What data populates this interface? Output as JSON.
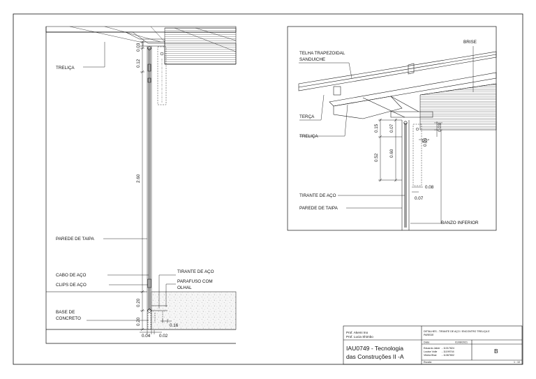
{
  "left_detail": {
    "labels": {
      "trelica": "TRELIÇA",
      "parede_taipa": "PAREDE DE TAIPA",
      "cabo_aco": "CABO DE AÇO",
      "clips_aco": "CLIPS DE AÇO",
      "base_concreto_1": "BASE DE",
      "base_concreto_2": "CONCRETO",
      "tirante_aco": "TIRANTE DE AÇO",
      "parafuso_1": "PARAFUSO COM",
      "parafuso_2": "OLHAL"
    },
    "dimensions": {
      "d003": "0.03",
      "d012": "0.12",
      "d260": "2.60",
      "d020a": "0.20",
      "d020b": "0.20",
      "d016": "0.16",
      "d004": "0.04",
      "d002": "0.02"
    }
  },
  "right_detail": {
    "labels": {
      "brise": "BRISE",
      "telha_1": "TELHA TRAPEZOIDAL",
      "telha_2": "SANDUICHE",
      "terca": "TERÇA",
      "trelica": "TRELIÇA",
      "tirante_aco": "TIRANTE DE AÇO",
      "parede_taipa": "PAREDE DE TAIPA",
      "banzo_inferior": "BANZO INFERIOR"
    },
    "dimensions": {
      "d015": "0.15",
      "d007": "0.07",
      "d052": "0.52",
      "d060": "0.60",
      "d003a": "0.03",
      "d003b": "0.03",
      "d12": "1/2\"",
      "d008": "0.08",
      "d007b": "0.07"
    }
  },
  "title_block": {
    "prof_1": "Prof. Akemi Ino",
    "prof_2": "Prof. Lucia Shimbo",
    "course_1": "IAU0749   - Tecnologia",
    "course_2": "das Construções II   -A",
    "detail_title_1": "DETALHES        - TIRANTE DE AÇO / ENCONTRO TRELIÇA E",
    "detail_title_2": "PAREDE",
    "date_label": "Data:",
    "date_value": "01/08/2021",
    "students": [
      {
        "name": "Eduardo Jaber",
        "id": "- 11317824"
      },
      {
        "name": "Louise Volle",
        "id": "- 11199744"
      },
      {
        "name": "Vitória Bhar",
        "id": "- 11367802"
      }
    ],
    "sheet_letter": "B",
    "scale_label": "Escala:",
    "sheet_number": "1 : 10"
  },
  "colors": {
    "line": "#111111",
    "concrete_fill": "#f2f2f2"
  }
}
